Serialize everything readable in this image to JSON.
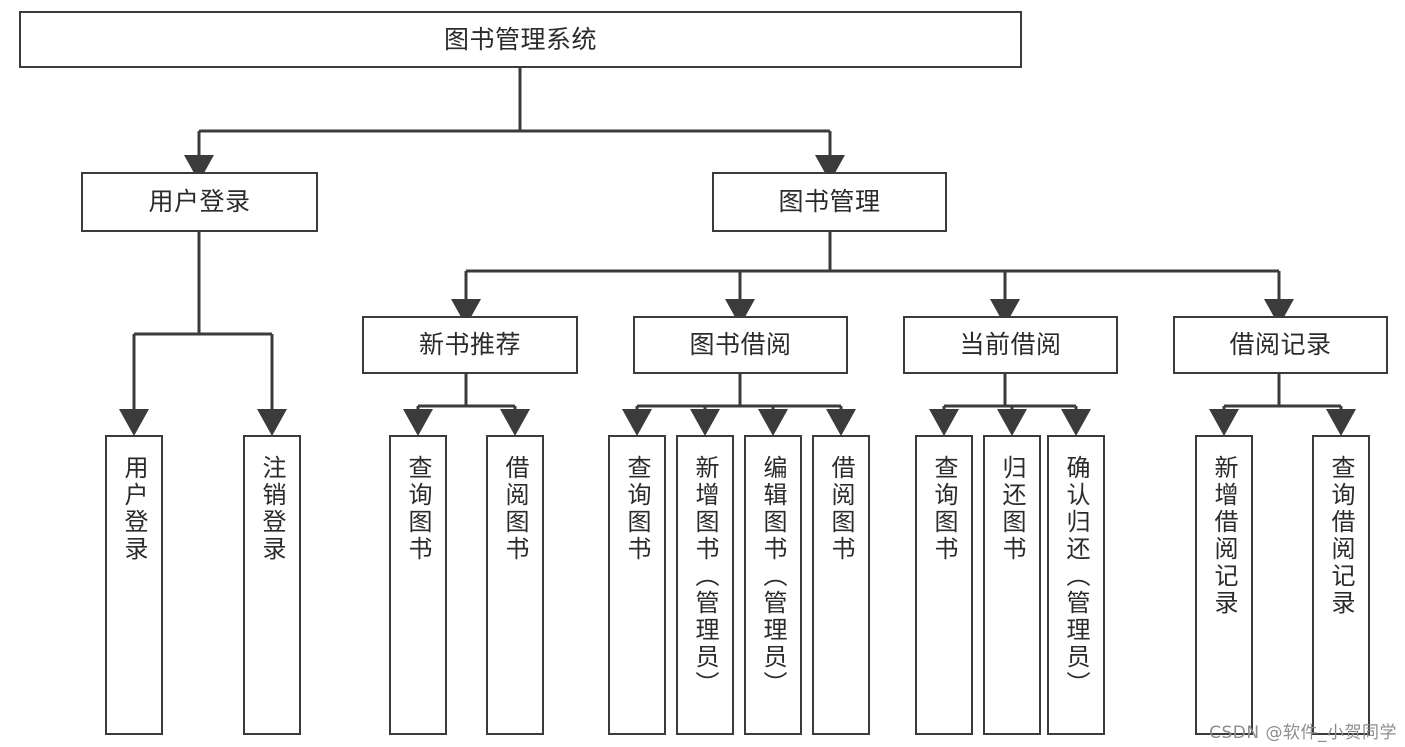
{
  "diagram": {
    "title_box": {
      "label": "图书管理系统"
    },
    "level2": [
      {
        "id": "user-login",
        "label": "用户登录"
      },
      {
        "id": "book-management",
        "label": "图书管理"
      }
    ],
    "level3": [
      {
        "id": "new-book-recommend",
        "label": "新书推荐"
      },
      {
        "id": "book-borrow",
        "label": "图书借阅"
      },
      {
        "id": "current-borrow",
        "label": "当前借阅"
      },
      {
        "id": "borrow-record",
        "label": "借阅记录"
      }
    ],
    "leaves": {
      "user_login": [
        {
          "id": "leaf-user-login",
          "label": "用户登录"
        },
        {
          "id": "leaf-user-logout",
          "label": "注销登录"
        }
      ],
      "new_book_recommend": [
        {
          "id": "leaf-query-book-1",
          "label": "查询图书"
        },
        {
          "id": "leaf-borrow-book-1",
          "label": "借阅图书"
        }
      ],
      "book_borrow": [
        {
          "id": "leaf-query-book-2",
          "label": "查询图书"
        },
        {
          "id": "leaf-add-book",
          "label": "新增图书（管理员）"
        },
        {
          "id": "leaf-edit-book",
          "label": "编辑图书（管理员）"
        },
        {
          "id": "leaf-borrow-book-2",
          "label": "借阅图书"
        }
      ],
      "current_borrow": [
        {
          "id": "leaf-query-book-3",
          "label": "查询图书"
        },
        {
          "id": "leaf-return-book",
          "label": "归还图书"
        },
        {
          "id": "leaf-confirm-return",
          "label": "确认归还（管理员）"
        }
      ],
      "borrow_record": [
        {
          "id": "leaf-add-record",
          "label": "新增借阅记录"
        },
        {
          "id": "leaf-query-record",
          "label": "查询借阅记录"
        }
      ]
    },
    "watermark": "CSDN @软件_小贺同学",
    "colors": {
      "stroke": "#3b3b3b",
      "text": "#2b2b2b",
      "background": "#ffffff",
      "watermark": "#8d8d8d"
    }
  }
}
